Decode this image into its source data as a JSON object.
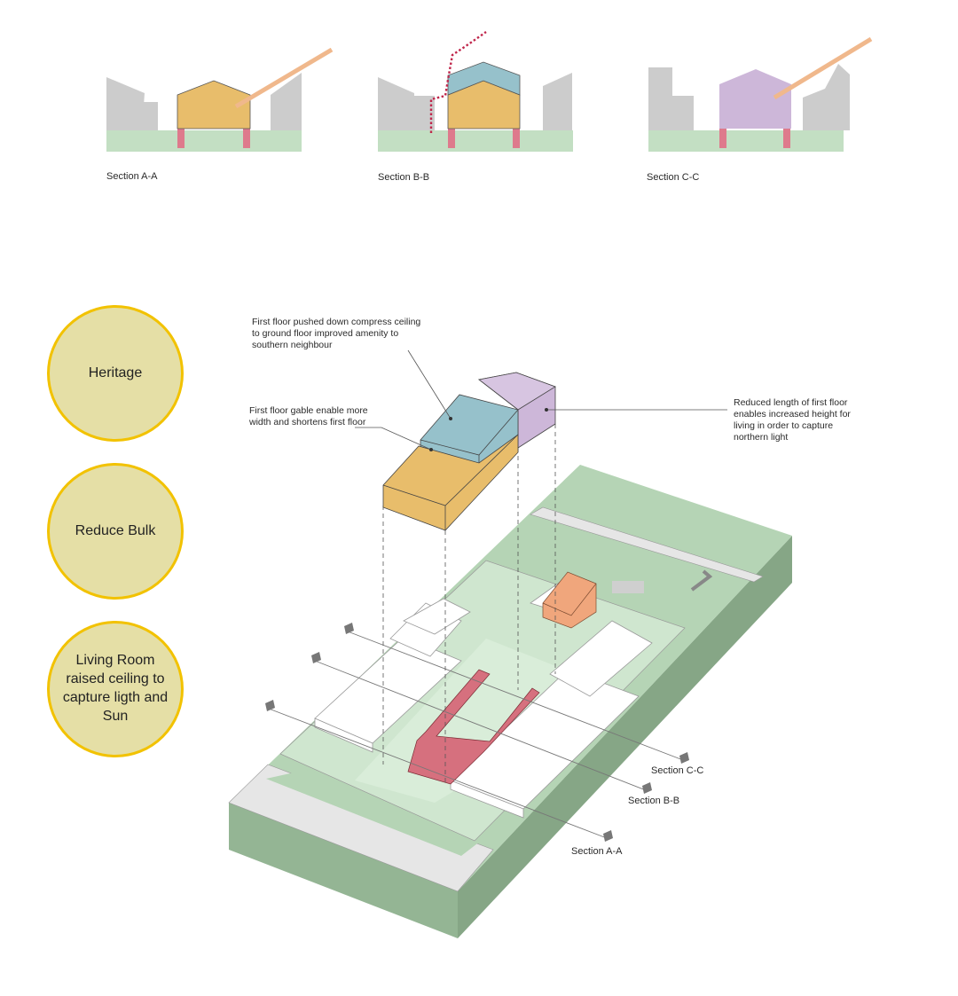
{
  "sections": [
    {
      "id": "aa",
      "label": "Section A-A",
      "volume_color": "#e8bd6b"
    },
    {
      "id": "bb",
      "label": "Section B-B",
      "volume_color": "#e8bd6b",
      "upper_color": "#96c1cb"
    },
    {
      "id": "cc",
      "label": "Section C-C",
      "volume_color": "#cdb7d9"
    }
  ],
  "badges": [
    {
      "label": "Heritage"
    },
    {
      "label": "Reduce Bulk"
    },
    {
      "label": "Living Room raised ceiling to capture ligth and Sun"
    }
  ],
  "annotations": {
    "top": [
      "First floor pushed down compress ceiling",
      "to ground floor improved amenity to",
      "southern neighbour"
    ],
    "left": [
      "First floor gable enable more",
      "width and shortens first floor"
    ],
    "right": [
      "Reduced length of first floor",
      "enables increased height for",
      "living in order to capture",
      "northern light"
    ]
  },
  "plan_labels": {
    "cc": "Section C-C",
    "bb": "Section B-B",
    "aa": "Section A-A"
  },
  "colors": {
    "neighbour_gray": "#cccccc",
    "ground_green": "#c3dfc3",
    "site_green": "#a9cba9",
    "site_side": "#8aa98a",
    "pier_pink": "#de7a8c",
    "sun_ray": "#f0b88c",
    "ground_floor_yellow": "#e8bd6b",
    "first_floor_blue": "#96c1cb",
    "living_purple": "#cdb7d9",
    "orange_box": "#f0a67c",
    "red_footprint": "#d6707e",
    "badge_fill": "#e5dfa6",
    "badge_border": "#f2c200"
  }
}
